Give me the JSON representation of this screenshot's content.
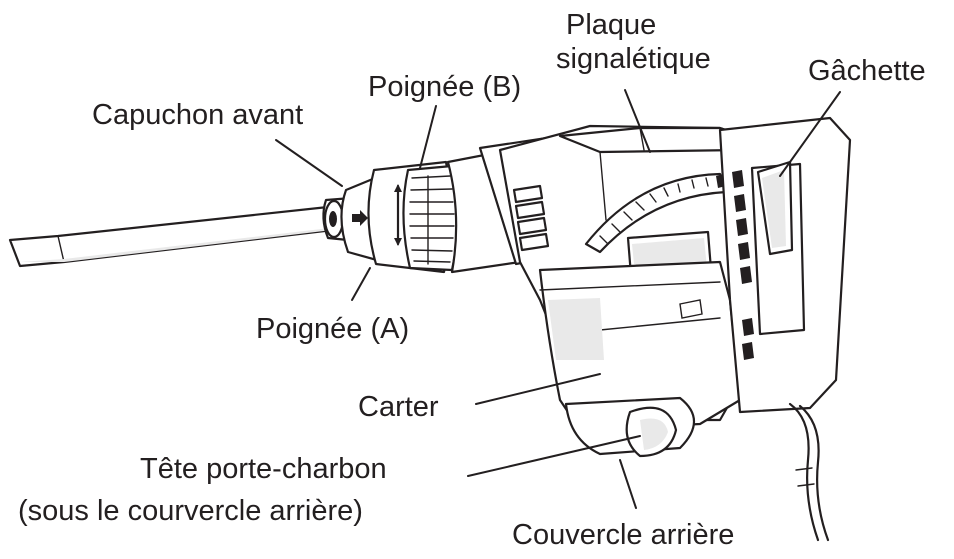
{
  "labels": {
    "plaque_line1": "Plaque",
    "plaque_line2": "signalétique",
    "gachette": "Gâchette",
    "poignee_b": "Poignée (B)",
    "capuchon_avant": "Capuchon avant",
    "poignee_a": "Poignée (A)",
    "carter": "Carter",
    "tete_line1": "Tête porte-charbon",
    "tete_line2": "(sous le courvercle arrière)",
    "couvercle_arriere": "Couvercle arrière"
  },
  "colors": {
    "ink": "#231f20",
    "background": "#ffffff",
    "shade": "#e9e9e9"
  },
  "illustration": {
    "subject": "electric-demolition-hammer",
    "icon": "drill-hammer-icon"
  }
}
